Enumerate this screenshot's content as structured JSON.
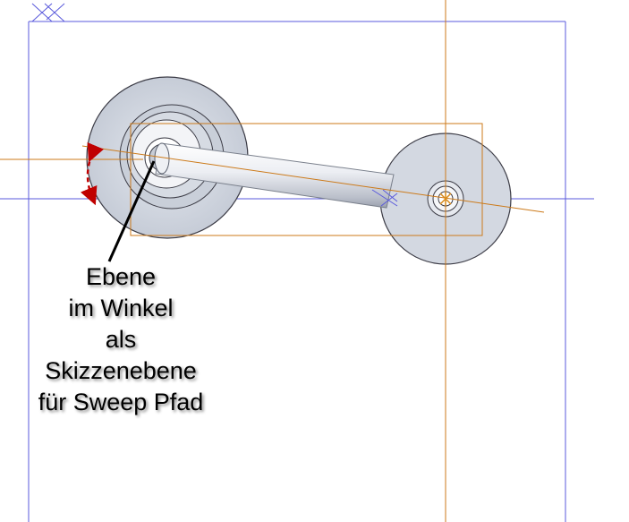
{
  "annotation": {
    "lines": [
      "Ebene",
      "im Winkel",
      "als",
      "Skizzenebene",
      "für Sweep Pfad"
    ]
  },
  "colors": {
    "background": "#ffffff",
    "reference_line_blue": "#5a5adc",
    "reference_line_orange": "#cc7a1a",
    "part_face": "#d3d8e1",
    "part_edge": "#3c3c46",
    "rod_body": "#e6e8ee",
    "angle_arrow": "#c00000",
    "leader_line": "#000000"
  },
  "icons": {
    "plane_marker": "plane-triad-icon",
    "end_marker": "orange-cross-icon"
  }
}
